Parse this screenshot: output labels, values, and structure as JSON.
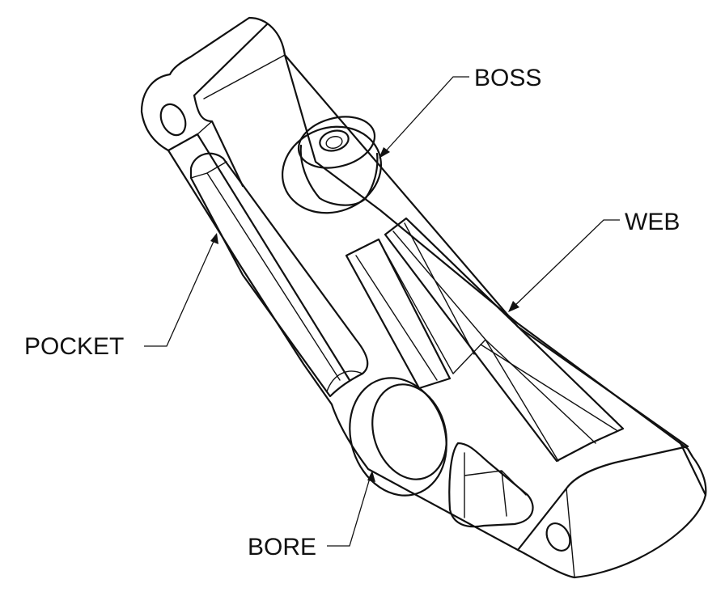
{
  "callouts": {
    "boss": "BOSS",
    "web": "WEB",
    "pocket": "POCKET",
    "bore": "BORE"
  },
  "colors": {
    "line": "#111111",
    "background": "#ffffff"
  }
}
